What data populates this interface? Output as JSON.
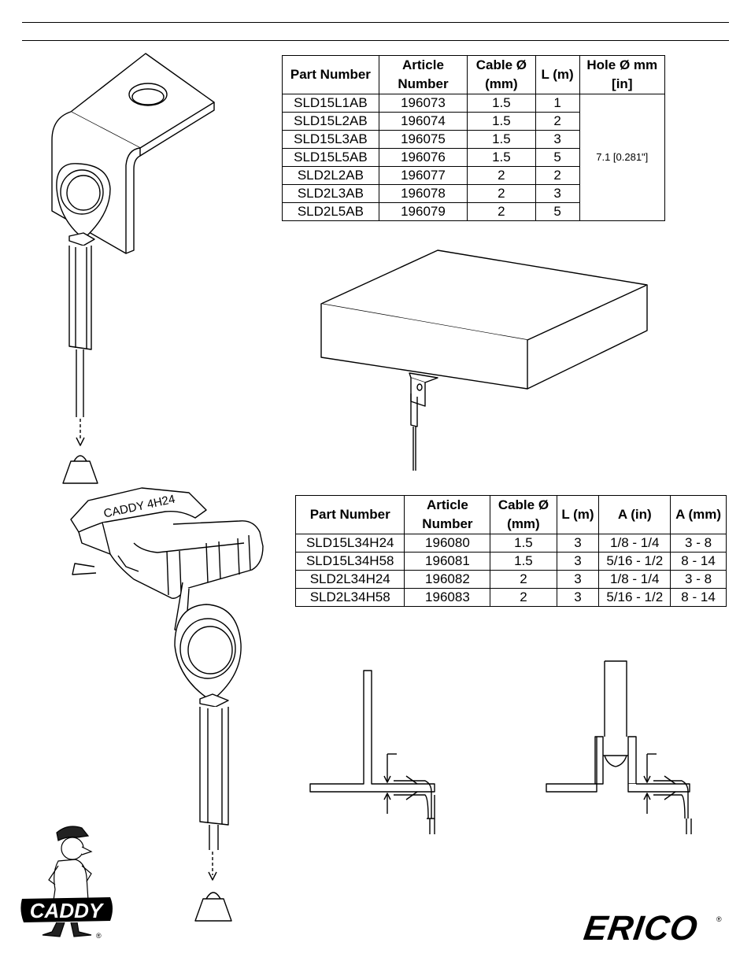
{
  "table1": {
    "headers": [
      "Part Number",
      "Article Number",
      "Cable Ø (mm)",
      "L (m)",
      "Hole Ø mm [in]"
    ],
    "rows": [
      [
        "SLD15L1AB",
        "196073",
        "1.5",
        "1"
      ],
      [
        "SLD15L2AB",
        "196074",
        "1.5",
        "2"
      ],
      [
        "SLD15L3AB",
        "196075",
        "1.5",
        "3"
      ],
      [
        "SLD15L5AB",
        "196076",
        "1.5",
        "5"
      ],
      [
        "SLD2L2AB",
        "196077",
        "2",
        "2"
      ],
      [
        "SLD2L3AB",
        "196078",
        "2",
        "3"
      ],
      [
        "SLD2L5AB",
        "196079",
        "2",
        "5"
      ]
    ],
    "hole_value": "7.1 [0.281\"]"
  },
  "table2": {
    "headers": [
      "Part Number",
      "Article Number",
      "Cable Ø (mm)",
      "L (m)",
      "A (in)",
      "A (mm)"
    ],
    "rows": [
      [
        "SLD15L34H24",
        "196080",
        "1.5",
        "3",
        "1/8 - 1/4",
        "3 - 8"
      ],
      [
        "SLD15L34H58",
        "196081",
        "1.5",
        "3",
        "5/16 - 1/2",
        "8 - 14"
      ],
      [
        "SLD2L34H24",
        "196082",
        "2",
        "3",
        "1/8 - 1/4",
        "3 - 8"
      ],
      [
        "SLD2L34H58",
        "196083",
        "2",
        "3",
        "5/16 - 1/2",
        "8 - 14"
      ]
    ]
  },
  "clip_marking": "CADDY 4H24",
  "logos": {
    "caddy": "CADDY",
    "erico": "ERICO",
    "registered": "®"
  }
}
